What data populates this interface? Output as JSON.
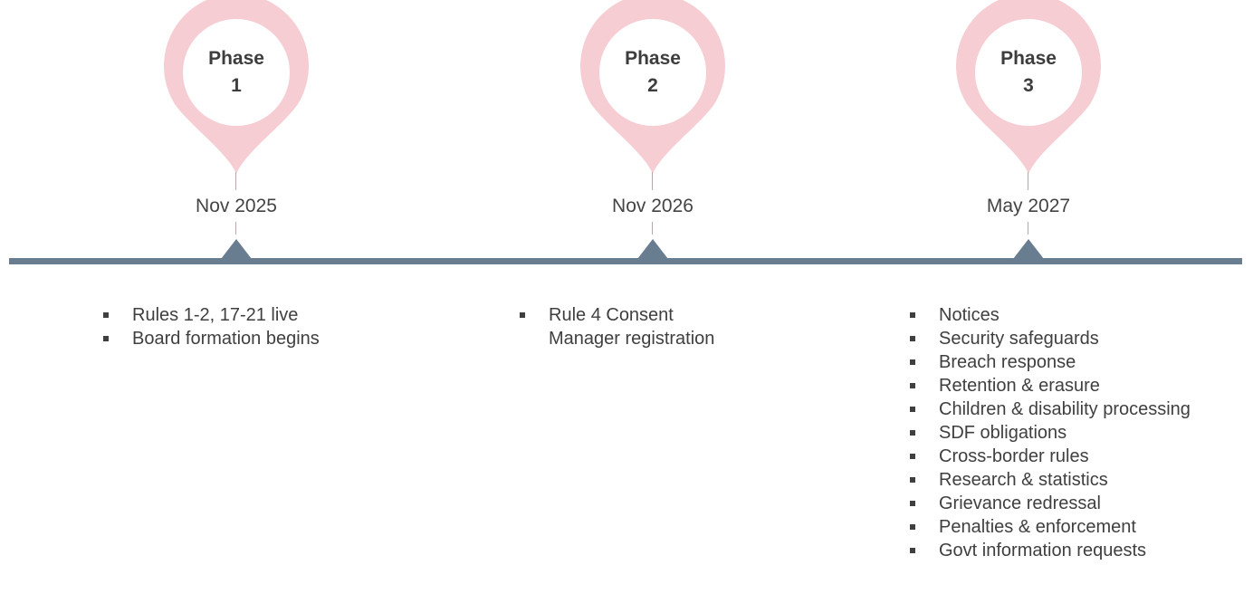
{
  "colors": {
    "pin": "#f6cdd3",
    "pin_edge": "#f0b5bf",
    "axis": "#697d91",
    "badge": "#ffffff",
    "text": "#3f3f3f"
  },
  "phases": [
    {
      "label": "Phase",
      "number": "1",
      "date": "Nov 2025",
      "items": [
        "Rules 1-2, 17-21 live",
        "Board formation begins"
      ]
    },
    {
      "label": "Phase",
      "number": "2",
      "date": "Nov 2026",
      "items": [
        "Rule 4 Consent",
        "Manager registration"
      ]
    },
    {
      "label": "Phase",
      "number": "3",
      "date": "May 2027",
      "items": [
        "Notices",
        "Security safeguards",
        "Breach response",
        "Retention & erasure",
        "Children & disability processing",
        "SDF obligations",
        "Cross-border rules",
        "Research & statistics",
        "Grievance redressal",
        "Penalties & enforcement",
        "Govt information requests"
      ]
    }
  ]
}
